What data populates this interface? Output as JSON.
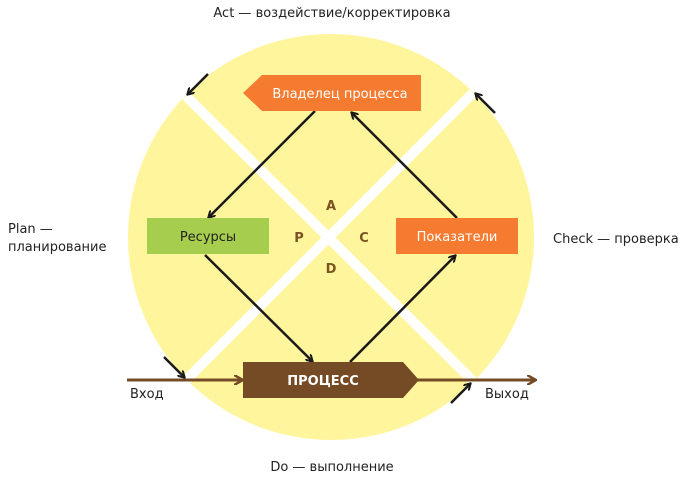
{
  "title": "Act — воздействие/корректировка",
  "plan_line1": "Plan —",
  "plan_line2": "планирование",
  "check": "Check — проверка",
  "do": "Do — выполнение",
  "input": "Вход",
  "output": "Выход",
  "boxes": {
    "owner": "Владелец процесса",
    "resources": "Ресурсы",
    "indicators": "Показатели",
    "process": "ПРОЦЕСС"
  },
  "letters": {
    "a": "A",
    "p": "P",
    "c": "C",
    "d": "D"
  },
  "colors": {
    "circle": "#fff59d",
    "orange": "#f47b30",
    "green": "#a6cd4e",
    "brown": "#744b25",
    "arrow": "#1a1a1a"
  }
}
